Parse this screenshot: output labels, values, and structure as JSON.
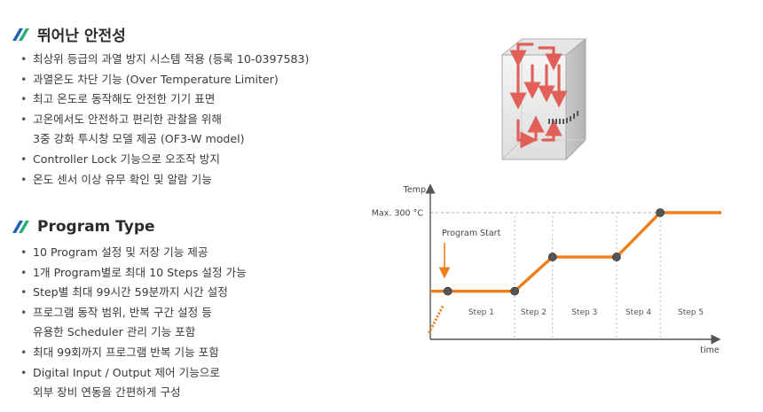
{
  "section1": {
    "title": "뛰어난 안전성",
    "bullets": [
      "최상위 등급의 과열 방지 시스템 적용 (등록 10-0397583)",
      "과열온도 차단 기능 (Over Temperature Limiter)",
      "최고 온도로 동작해도 안전한 기기 표면",
      "고온에서도 안전하고 편리한 관찰을 위해",
      "3중 강화 투시창 모델 제공 (OF3-W model)",
      "Controller Lock 기능으로 오조작 방지",
      "온도 센서 이상 유무 확인 및 알람 기능"
    ]
  },
  "section2": {
    "title": "Program Type",
    "bullets": [
      "10 Program 설정 및 저장 기능 제공",
      "1개 Program별로 최대 10 Steps 설정 가능",
      "Step별 최대 99시간 59분까지 시간 설정",
      "프로그램 동작 범위, 반복 구간 설정 등",
      "유용한 Scheduler 관리 기능 포함",
      "최대 99회까지 프로그램 반복 기능 포함",
      "Digital Input / Output 제어 기능으로",
      "외부 장비 연동을 간편하게 구성"
    ]
  },
  "colors": {
    "accent": "#f07d1a",
    "icon_blue": "#1d5fb0",
    "icon_green": "#27b07a",
    "airflow_red": "#e0524a"
  },
  "chart_data": {
    "type": "line",
    "ylabel": "Temp.",
    "xlabel": "time",
    "ymax_label": "Max. 300 °C",
    "annotation": "Program Start",
    "steps": [
      "Step 1",
      "Step 2",
      "Step 3",
      "Step 4",
      "Step 5"
    ],
    "profile": [
      {
        "t": 0,
        "temp": 0.62
      },
      {
        "t": 0.06,
        "temp": 0.62
      },
      {
        "t": 0.29,
        "temp": 0.62
      },
      {
        "t": 0.42,
        "temp": 0.35
      },
      {
        "t": 0.64,
        "temp": 0.35
      },
      {
        "t": 0.79,
        "temp": 0
      },
      {
        "t": 1.0,
        "temp": 0
      }
    ],
    "rampup": [
      {
        "t": -0.005,
        "temp": 0.95
      },
      {
        "t": 0.045,
        "temp": 0.73
      }
    ],
    "dots": [
      1,
      2,
      3,
      4,
      5
    ],
    "step_bounds": [
      0.06,
      0.29,
      0.42,
      0.64,
      0.79,
      1.0
    ]
  }
}
